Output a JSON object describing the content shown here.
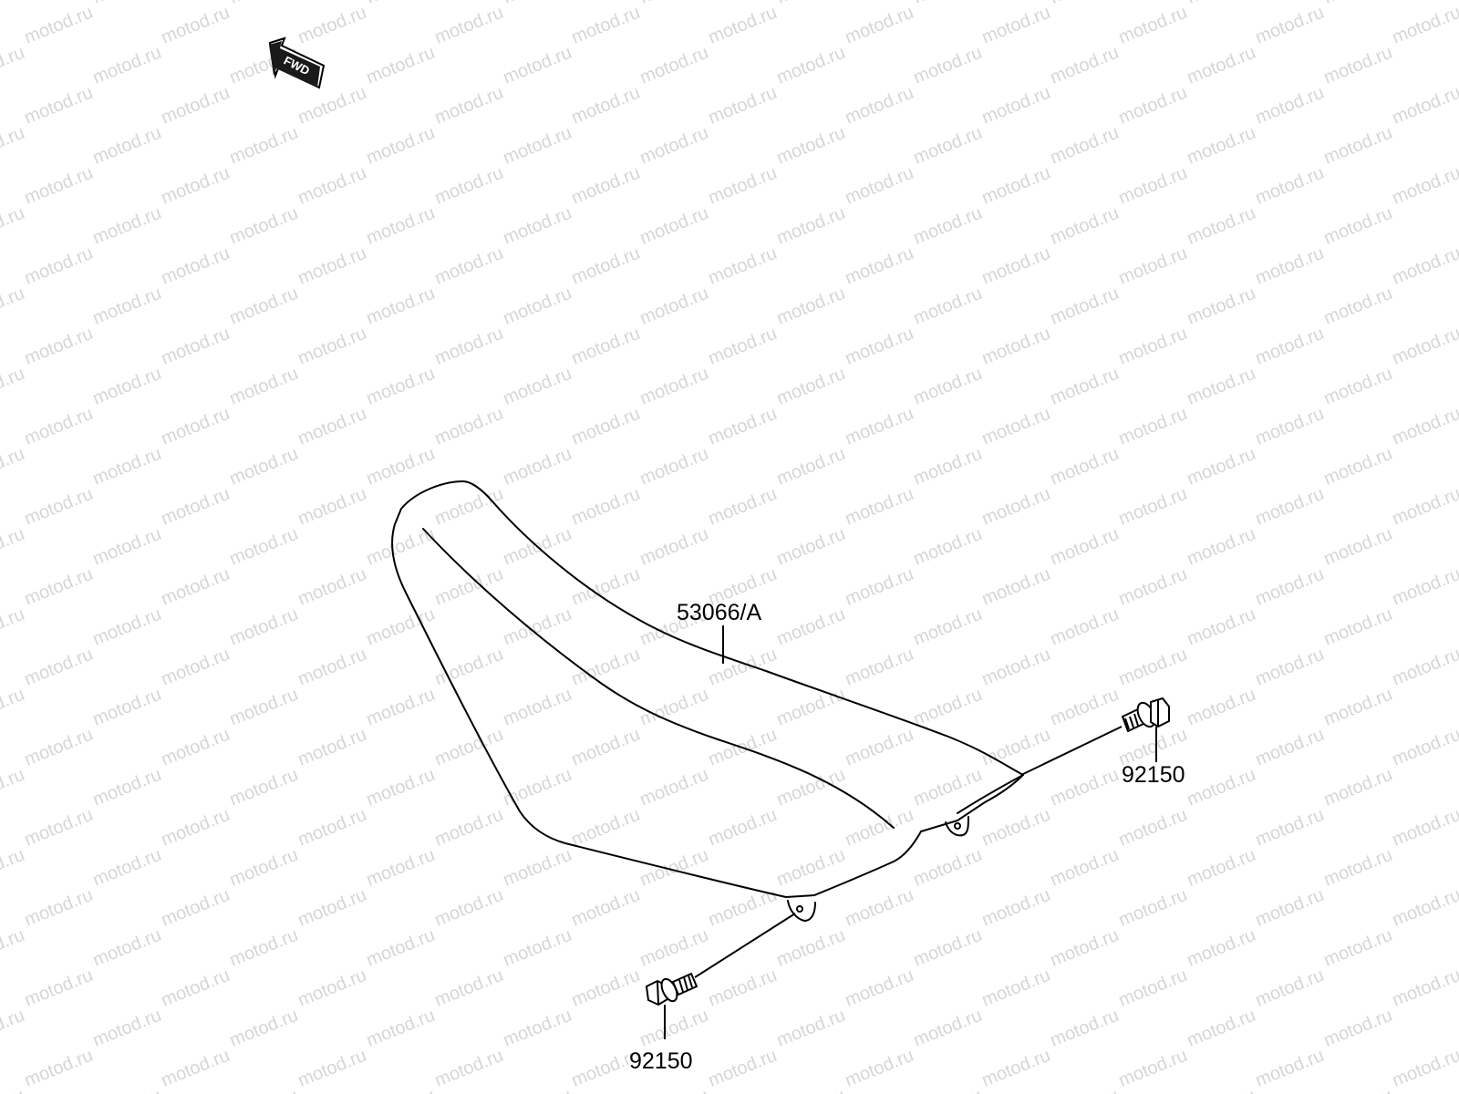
{
  "watermark": {
    "text": "motod.ru",
    "color": "#d6d6d6"
  },
  "direction_indicator": {
    "label": "FWD",
    "icon": "forward-arrow-icon"
  },
  "parts": [
    {
      "id": "seat",
      "label": "53066/A",
      "icon": "seat-icon"
    },
    {
      "id": "bolt-right",
      "label": "92150",
      "icon": "flange-bolt-icon"
    },
    {
      "id": "bolt-left",
      "label": "92150",
      "icon": "flange-bolt-icon"
    }
  ],
  "colors": {
    "line": "#000000",
    "background": "#ffffff"
  }
}
